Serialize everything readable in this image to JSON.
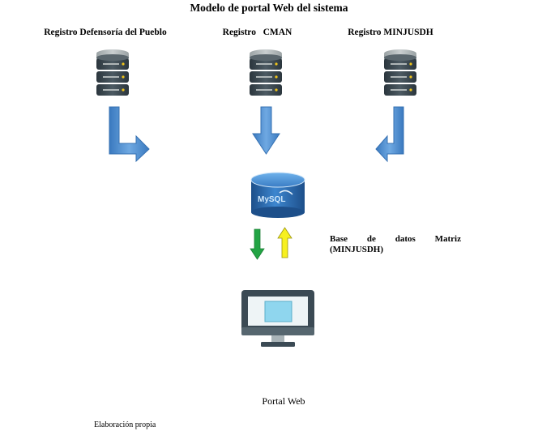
{
  "title": "Modelo de portal Web del sistema",
  "registries": [
    {
      "label": "Registro Defensoría del Pueblo",
      "icon": "database-server-icon"
    },
    {
      "label": "Registro   CMAN",
      "icon": "database-server-icon"
    },
    {
      "label": "Registro MINJUSDH",
      "icon": "database-server-icon"
    }
  ],
  "central_db": {
    "icon": "mysql-database-icon",
    "logo_text": "MySQL",
    "label_line1": "Base de datos Matriz",
    "label_line2": "(MINJUSDH)"
  },
  "portal": {
    "icon": "computer-monitor-icon",
    "label": "Portal Web"
  },
  "credit": "Elaboración propia",
  "colors": {
    "server_dark": "#3d4a53",
    "server_light": "#aeb5b6",
    "arrow_blue": "#4f91d4",
    "db_blue": "#2f6fb5",
    "arrow_green": "#22a444",
    "arrow_yellow": "#f7f020",
    "monitor_screen": "#8fd6ee"
  }
}
